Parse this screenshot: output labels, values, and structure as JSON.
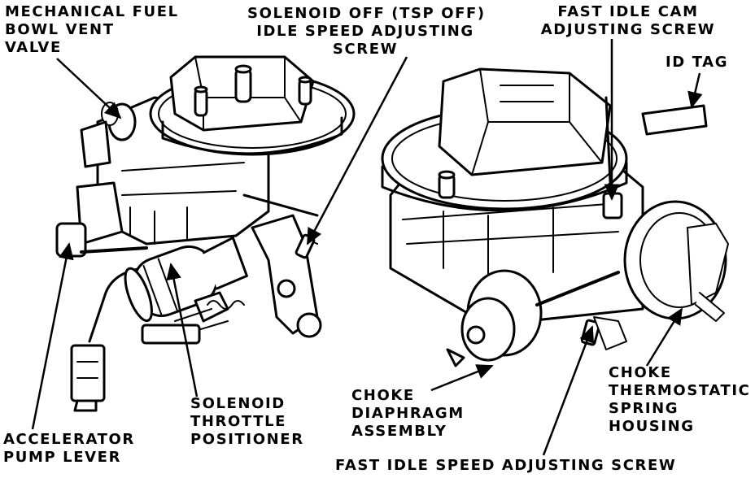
{
  "diagram": {
    "ink": "#000000",
    "paper": "#ffffff",
    "components": [
      "left-carburetor",
      "right-carburetor"
    ],
    "labels": {
      "mechanical_fuel_bowl_vent_valve": [
        "MECHANICAL FUEL",
        "BOWL VENT",
        "VALVE"
      ],
      "solenoid_off_idle_speed_screw": [
        "SOLENOID OFF (TSP OFF)",
        "IDLE SPEED ADJUSTING",
        "SCREW"
      ],
      "fast_idle_cam_adjusting_screw": [
        "FAST IDLE CAM",
        "ADJUSTING SCREW"
      ],
      "id_tag": [
        "ID TAG"
      ],
      "solenoid_throttle_positioner": [
        "SOLENOID",
        "THROTTLE",
        "POSITIONER"
      ],
      "accelerator_pump_lever": [
        "ACCELERATOR",
        "PUMP LEVER"
      ],
      "choke_diaphragm_assembly": [
        "CHOKE",
        "DIAPHRAGM",
        "ASSEMBLY"
      ],
      "choke_thermostatic_spring_housing": [
        "CHOKE",
        "THERMOSTATIC",
        "SPRING",
        "HOUSING"
      ],
      "fast_idle_speed_adjusting_screw": [
        "FAST IDLE SPEED ADJUSTING SCREW"
      ]
    }
  }
}
